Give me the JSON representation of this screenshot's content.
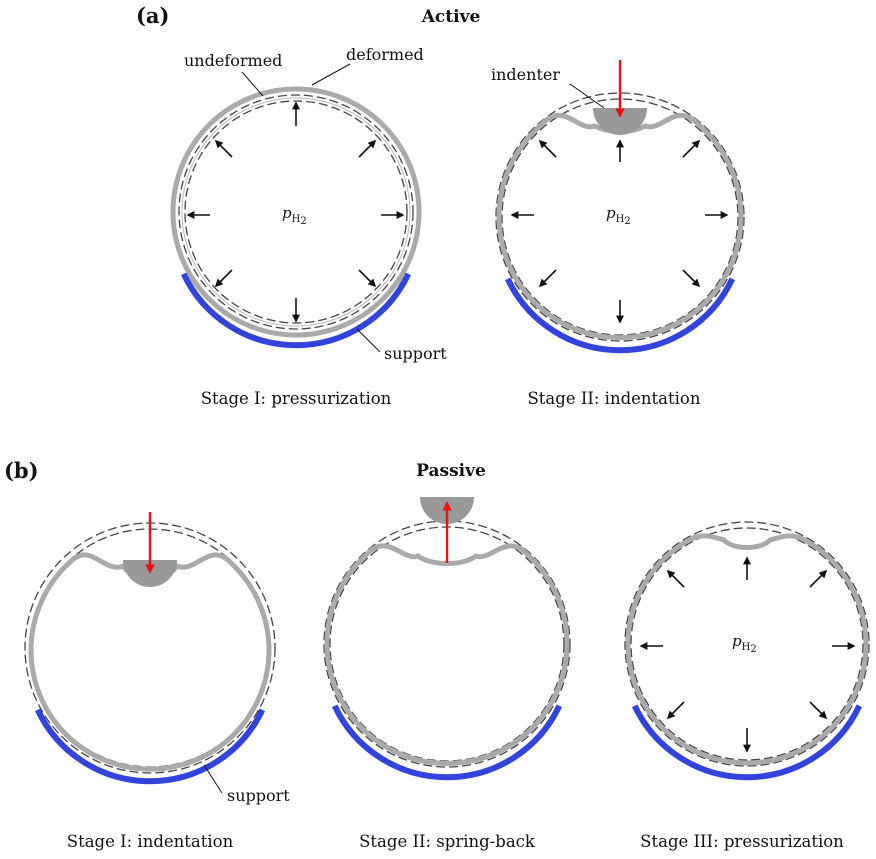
{
  "panels": {
    "a": {
      "label": "(a)",
      "title": "Active",
      "stages": [
        {
          "caption": "Stage I: pressurization"
        },
        {
          "caption": "Stage II: indentation"
        }
      ],
      "annotations": {
        "undeformed": "undeformed",
        "deformed": "deformed",
        "indenter": "indenter",
        "support": "support"
      }
    },
    "b": {
      "label": "(b)",
      "title": "Passive",
      "stages": [
        {
          "caption": "Stage I: indentation"
        },
        {
          "caption": "Stage II: spring-back"
        },
        {
          "caption": "Stage III: pressurization"
        }
      ],
      "annotations": {
        "support": "support"
      }
    }
  },
  "pressure_label": {
    "symbol": "p",
    "subscript": "H",
    "subscript2": "2"
  },
  "colors": {
    "support": "#3344dd",
    "deformed_shell": "#aaaaaa",
    "undeformed_outline": "#444444",
    "indenter": "#999999",
    "force_arrow": "#ee1111",
    "pressure_arrow": "#111111"
  }
}
